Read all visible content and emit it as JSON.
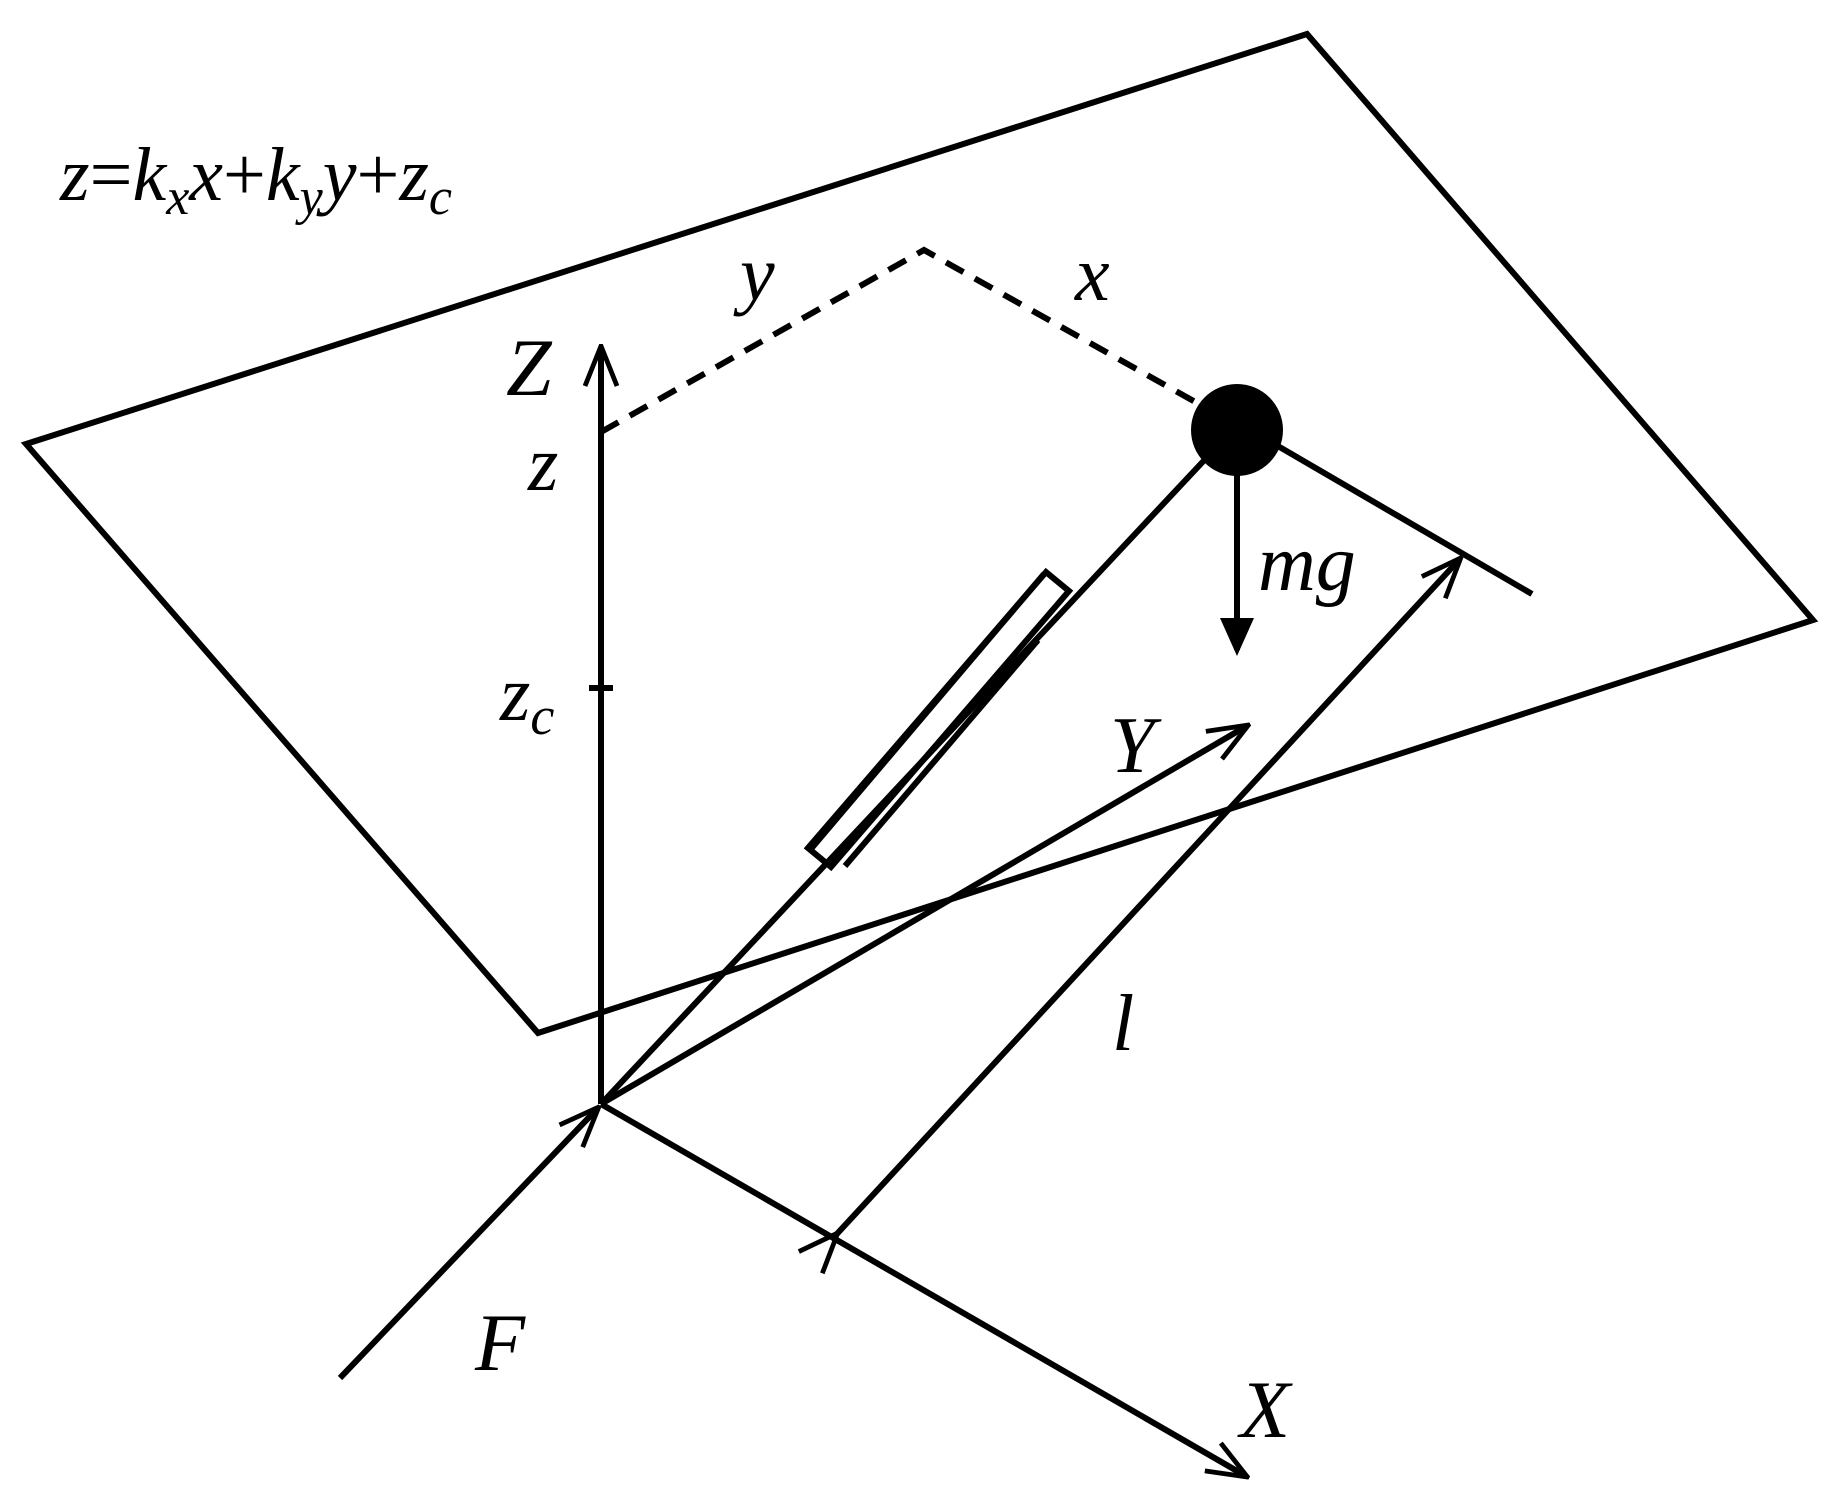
{
  "equation": {
    "lhs": "z",
    "eq": "=",
    "k1": "k",
    "k1_sub": "x",
    "v1": "x",
    "plus1": "+",
    "k2": "k",
    "k2_sub": "y",
    "v2": "y",
    "plus2": "+",
    "c": "z",
    "c_sub": "c"
  },
  "labels": {
    "axis_z": "Z",
    "axis_y": "Y",
    "axis_x": "X",
    "height_z": "z",
    "height_zc": "z",
    "height_zc_sub": "c",
    "offset_y": "y",
    "offset_x": "x",
    "gravity": "mg",
    "length": "l",
    "force": "F"
  }
}
